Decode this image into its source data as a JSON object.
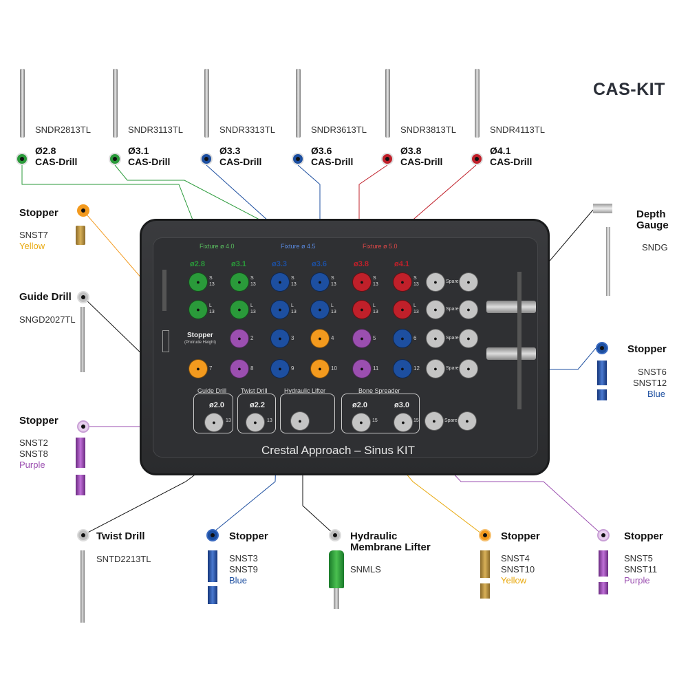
{
  "title": "CAS-KIT",
  "drills": [
    {
      "code": "SNDR2813TL",
      "diameter": "Ø2.8",
      "name": "CAS-Drill",
      "color": "#2a9a3a"
    },
    {
      "code": "SNDR3113TL",
      "diameter": "Ø3.1",
      "name": "CAS-Drill",
      "color": "#2a9a3a"
    },
    {
      "code": "SNDR3313TL",
      "diameter": "Ø3.3",
      "name": "CAS-Drill",
      "color": "#1d4fa0"
    },
    {
      "code": "SNDR3613TL",
      "diameter": "Ø3.6",
      "name": "CAS-Drill",
      "color": "#1d4fa0"
    },
    {
      "code": "SNDR3813TL",
      "diameter": "Ø3.8",
      "name": "CAS-Drill",
      "color": "#c0202a"
    },
    {
      "code": "SNDR4113TL",
      "diameter": "Ø4.1",
      "name": "CAS-Drill",
      "color": "#c0202a"
    }
  ],
  "left": {
    "stopper1": {
      "label": "Stopper",
      "codes": "SNST7",
      "color_name": "Yellow"
    },
    "guide": {
      "label": "Guide Drill",
      "codes": "SNGD2027TL"
    },
    "stopper2": {
      "label": "Stopper",
      "code1": "SNST2",
      "code2": "SNST8",
      "color_name": "Purple"
    }
  },
  "right": {
    "depth": {
      "label1": "Depth",
      "label2": "Gauge",
      "code": "SNDG"
    },
    "stopper": {
      "label": "Stopper",
      "code1": "SNST6",
      "code2": "SNST12",
      "color_name": "Blue"
    }
  },
  "bottom": [
    {
      "label": "Twist Drill",
      "code": "SNTD2213TL"
    },
    {
      "label": "Stopper",
      "code1": "SNST3",
      "code2": "SNST9",
      "color_name": "Blue"
    },
    {
      "label1": "Hydraulic",
      "label2": "Membrane Lifter",
      "code": "SNMLS"
    },
    {
      "label": "Stopper",
      "code1": "SNST4",
      "code2": "SNST10",
      "color_name": "Yellow"
    },
    {
      "label": "Stopper",
      "code1": "SNST5",
      "code2": "SNST11",
      "color_name": "Purple"
    }
  ],
  "tray": {
    "name": "Crestal Approach – Sinus KIT",
    "fixture": [
      "Fixture ø 4.0",
      "Fixture ø 4.5",
      "Fixture ø 5.0"
    ],
    "col_diams": [
      "ø2.8",
      "ø3.1",
      "ø3.3",
      "ø3.6",
      "ø3.8",
      "ø4.1"
    ],
    "stopper_title": "Stopper",
    "stopper_sub": "(Protrude Height)",
    "spare": "Spare",
    "s": "S",
    "l": "L",
    "n13": "13",
    "nums": [
      "2",
      "3",
      "4",
      "5",
      "6",
      "7",
      "8",
      "9",
      "10",
      "11",
      "12"
    ],
    "sections": [
      "Guide Drill",
      "Twist Drill",
      "Hydraulic Lifter",
      "Bone Spreader"
    ],
    "sec_diams": [
      "ø2.0",
      "ø2.2",
      "ø2.0",
      "ø3.0"
    ],
    "sec_nums": [
      "13",
      "13",
      "15",
      "15"
    ]
  },
  "colors": {
    "green": "#2a9a3a",
    "blue": "#1d4fa0",
    "red": "#c0202a",
    "orange": "#f39a1e",
    "purple": "#9b4fb0",
    "gray": "#bfbfbf",
    "yellow_text": "#e8a80c",
    "blue_text": "#1d4fa0",
    "purple_text": "#9b4fb0"
  }
}
